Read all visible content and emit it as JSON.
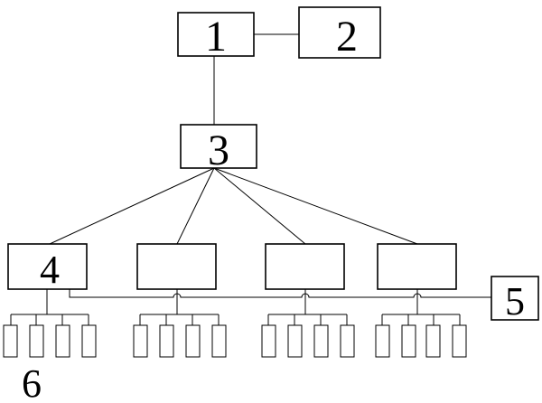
{
  "diagram": {
    "labels": {
      "box1": "1",
      "box2": "2",
      "box3": "3",
      "box4": "4",
      "box5": "5",
      "label6": "6"
    }
  }
}
